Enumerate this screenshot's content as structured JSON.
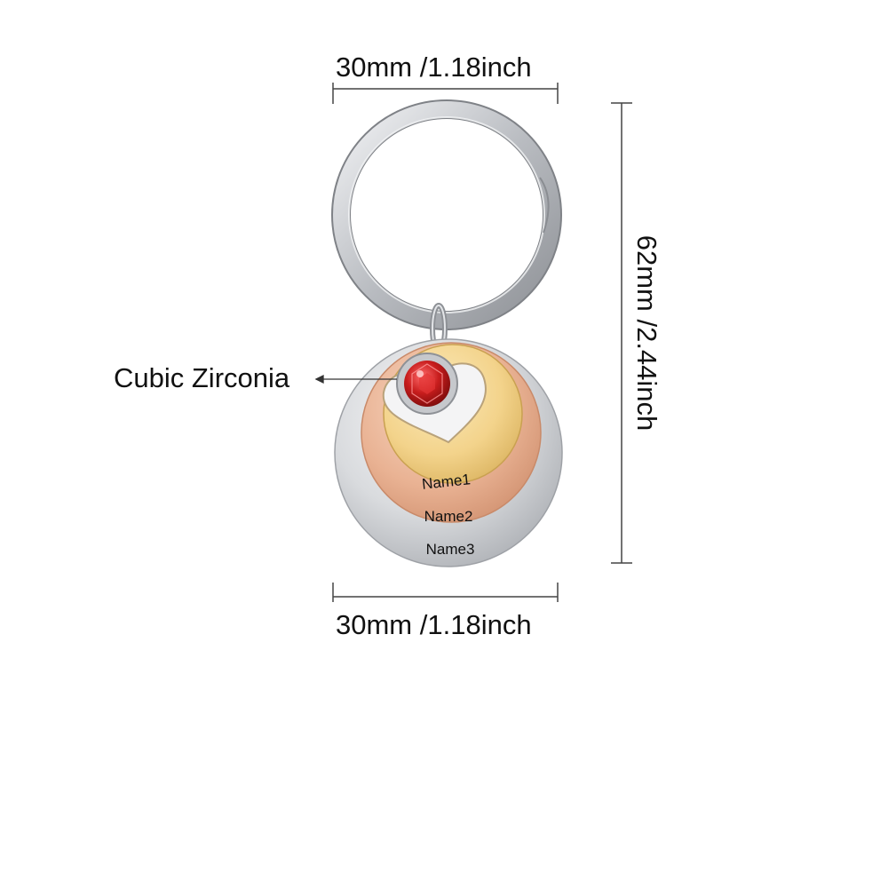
{
  "dimensions": {
    "width_top": "30mm /1.18inch",
    "width_bottom": "30mm /1.18inch",
    "height": "62mm /2.44inch"
  },
  "callout": {
    "stone_label": "Cubic Zirconia"
  },
  "engravings": {
    "inner_disc": "Name1",
    "middle_disc": "Name2",
    "outer_disc": "Name3"
  },
  "colors": {
    "silver": "#d9dbde",
    "rose_gold": "#e9b293",
    "gold": "#f3d38b",
    "stone_red": "#c81d1d",
    "line": "#444444"
  },
  "icons": {
    "key_ring": "key-ring-icon",
    "birthstone": "red-gem-icon"
  }
}
